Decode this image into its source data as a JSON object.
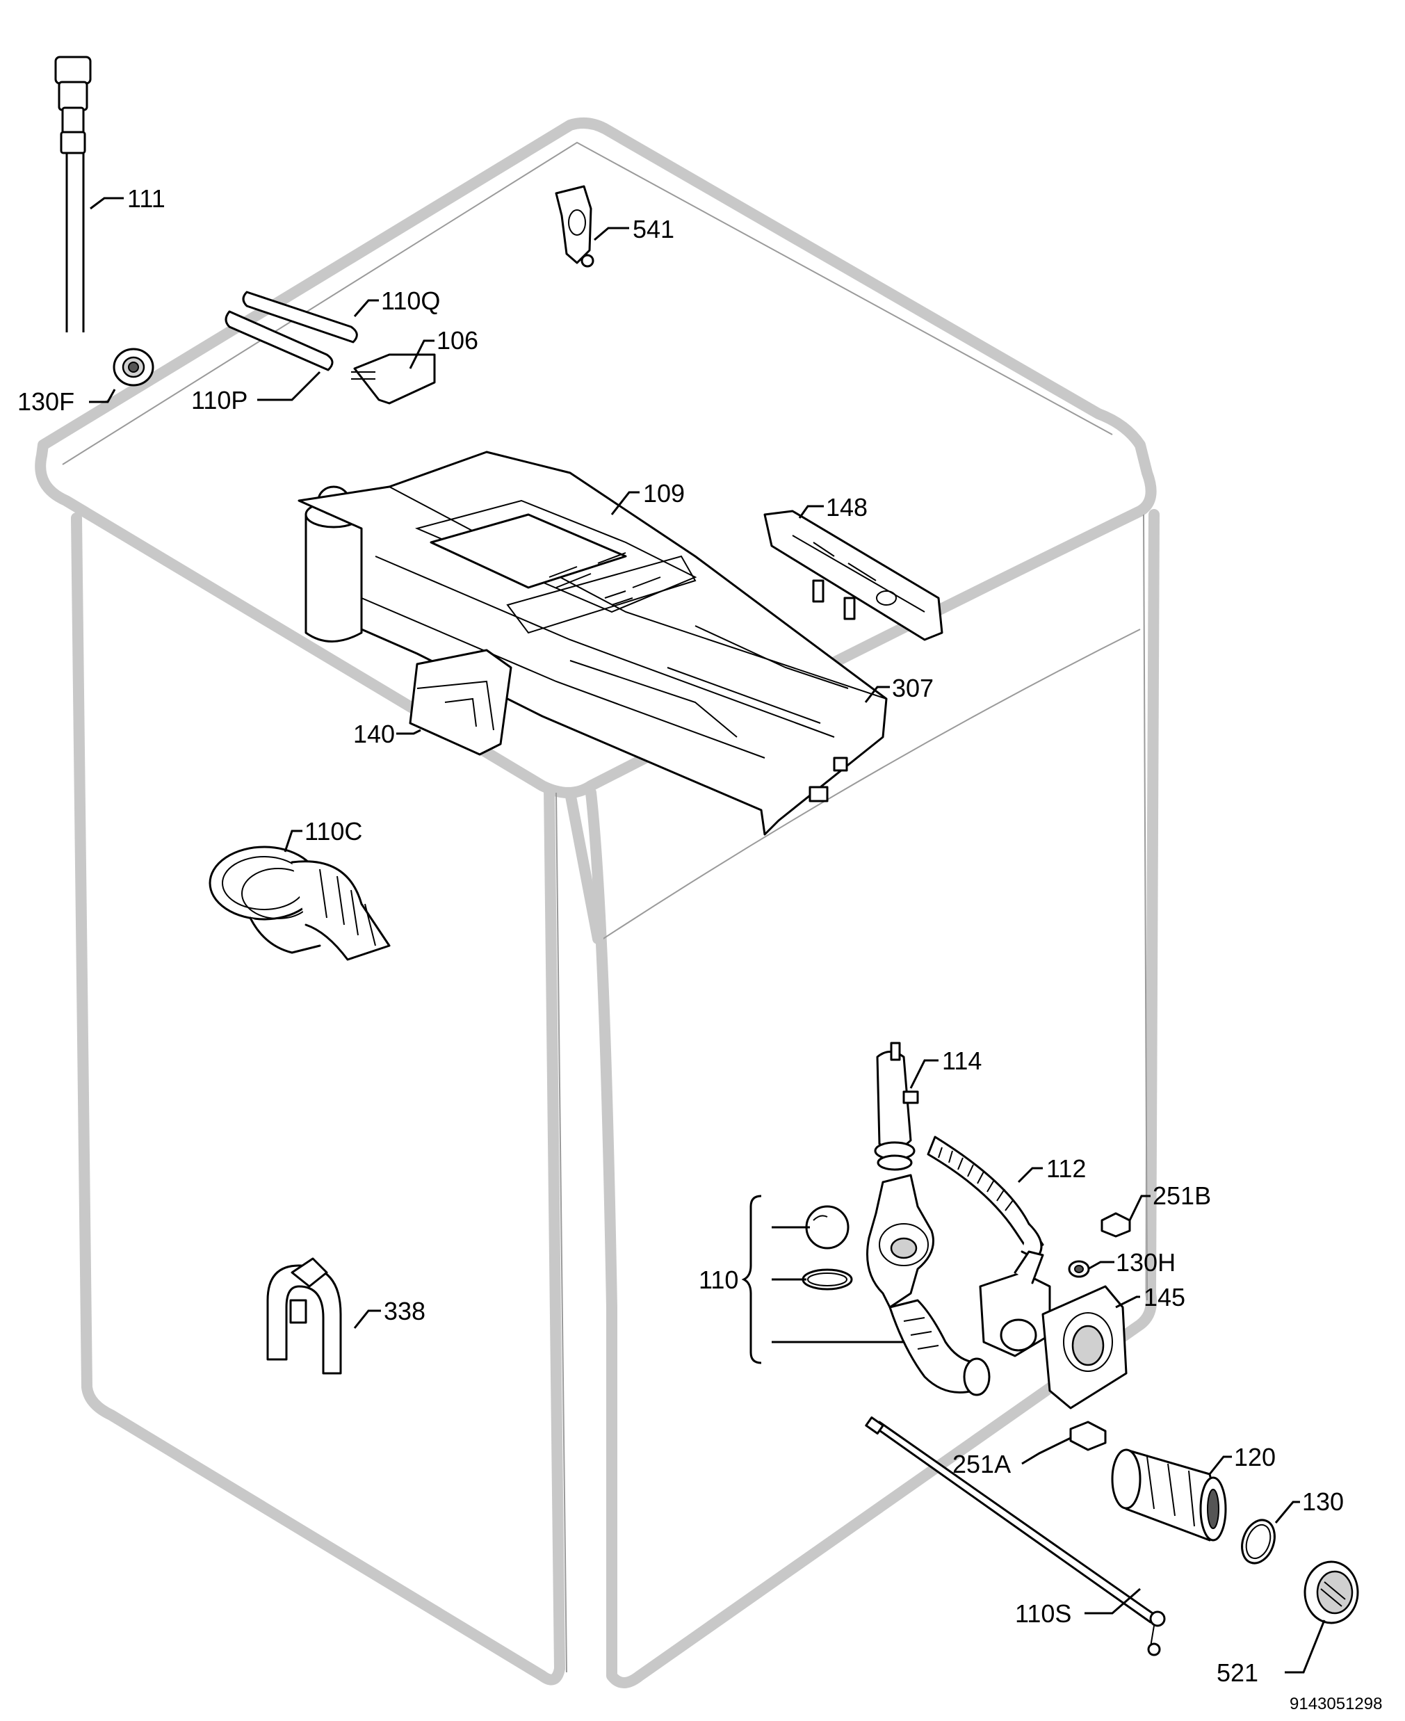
{
  "labels": {
    "l111": "111",
    "l541": "541",
    "l110Q": "110Q",
    "l106": "106",
    "l130F": "130F",
    "l110P": "110P",
    "l109": "109",
    "l148": "148",
    "l307": "307",
    "l140": "140",
    "l110C": "110C",
    "l114": "114",
    "l112": "112",
    "l251B": "251B",
    "l110": "110",
    "l130H": "130H",
    "l145": "145",
    "l338": "338",
    "l120": "120",
    "l251A": "251A",
    "l130": "130",
    "l110S": "110S",
    "l521": "521"
  },
  "drawing_code": "9143051298"
}
